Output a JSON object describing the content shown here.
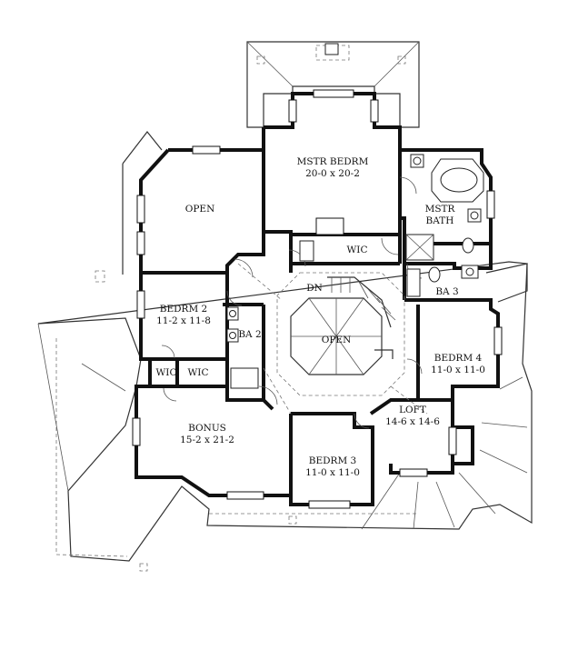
{
  "rooms": {
    "mstr_bedrm": {
      "name": "MSTR BEDRM",
      "size": "20-0 x 20-2"
    },
    "mstr_bath": {
      "name_line1": "MSTR",
      "name_line2": "BATH"
    },
    "open_upper": {
      "name": "OPEN"
    },
    "wic_master": {
      "name": "WIC"
    },
    "dn": {
      "name": "DN"
    },
    "ba3": {
      "name": "BA 3"
    },
    "bedrm2": {
      "name": "BEDRM 2",
      "size": "11-2 x 11-8"
    },
    "ba2": {
      "name": "BA 2"
    },
    "open_center": {
      "name": "OPEN"
    },
    "bedrm4": {
      "name": "BEDRM 4",
      "size": "11-0 x 11-0"
    },
    "wic_1": {
      "name": "WIC"
    },
    "wic_2": {
      "name": "WIC"
    },
    "bonus": {
      "name": "BONUS",
      "size": "15-2 x 21-2"
    },
    "loft": {
      "name": "LOFT",
      "size": "14-6 x 14-6"
    },
    "bedrm3": {
      "name": "BEDRM 3",
      "size": "11-0 x 11-0"
    }
  }
}
